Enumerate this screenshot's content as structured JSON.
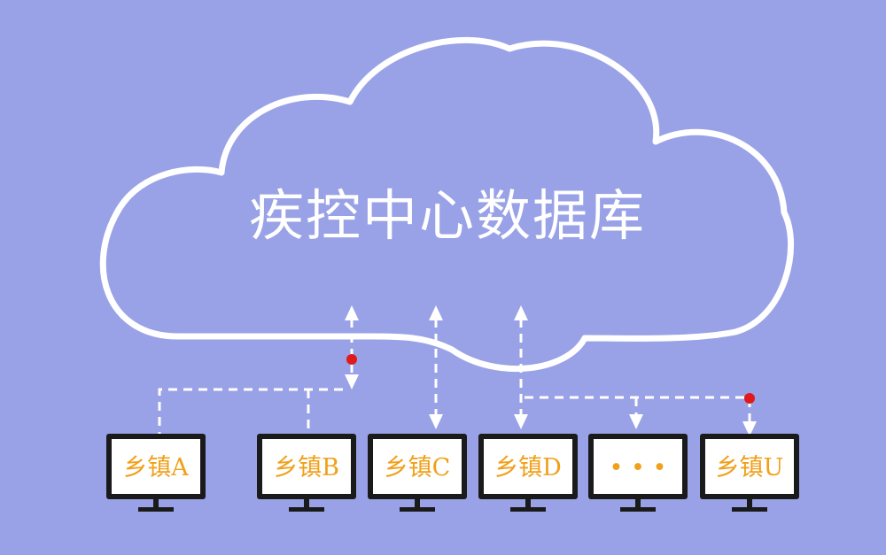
{
  "cloud": {
    "title": "疾控中心数据库",
    "outline_color": "#ffffff"
  },
  "monitors": [
    {
      "label": "乡镇A"
    },
    {
      "label": "乡镇B"
    },
    {
      "label": "乡镇C"
    },
    {
      "label": "乡镇D"
    },
    {
      "label": "• • •"
    },
    {
      "label": "乡镇U"
    }
  ],
  "colors": {
    "background": "#99a2e6",
    "label": "#f0a01a",
    "junction": "#e01a1a",
    "frame": "#1a1a1a"
  }
}
